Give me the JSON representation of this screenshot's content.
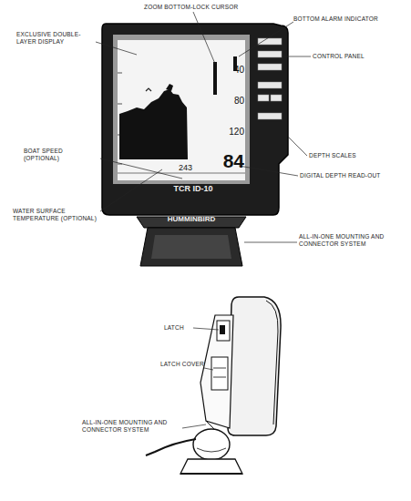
{
  "diagram": {
    "labels": [
      "ZOOM BOTTOM-LOCK CURSOR",
      "EXCLUSIVE DOUBLE-LAYER DISPLAY",
      "BOTTOM ALARM INDICATOR",
      "CONTROL PANEL",
      "DEPTH SCALES",
      "DIGITAL DEPTH READ-OUT",
      "BOAT SPEED (OPTIONAL)",
      "WATER SURFACE TEMPERATURE (OPTIONAL)",
      "ALL-IN-ONE MOUNTING AND CONNECTOR SYSTEM",
      "40",
      "80",
      "120",
      "84",
      "243",
      "TCR ID-10",
      "HUMMINBIRD",
      "LATCH",
      "LATCH COVER",
      "ALL-IN-ONE MOUNTING AND CONNECTOR SYSTEM"
    ]
  }
}
